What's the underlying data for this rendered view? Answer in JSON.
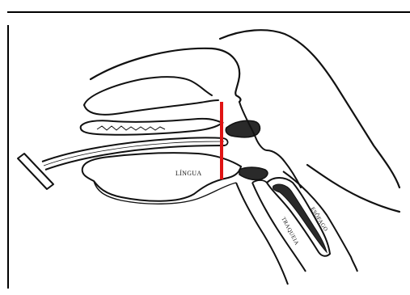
{
  "labels": {
    "tongue": "LÍNGUA",
    "esophagus": "ESÔFAGO",
    "trachea": "TRAQUEIA"
  },
  "colors": {
    "marker": "#e01414",
    "outline": "#111111",
    "structure_fill": "#2a2a2a"
  },
  "icons": {
    "tube": "endotracheal-tube-icon",
    "marker": "red-vertical-marker-icon"
  }
}
